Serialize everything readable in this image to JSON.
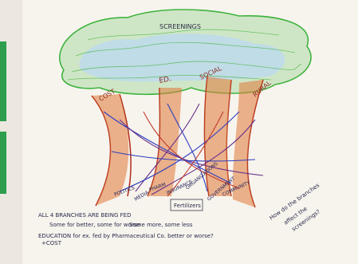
{
  "title": "SCREENINGS",
  "branches": [
    "COST",
    "ED.",
    "SOCIAL",
    "RURAL"
  ],
  "roots": [
    "POLITICS",
    "MEDIA",
    "PHARM",
    "INSURANCE",
    "GOVERNMENT",
    "ORGANIZATIONS",
    "COMMUNITY"
  ],
  "soil_label": "Fertilizers",
  "notes": {
    "line1": "ALL 4 BRANCHES ARE BEING FED",
    "line2": "Some for better, some for worse",
    "line3": "Some more, some less",
    "line4": "EDUCATION for ex. fed by Pharmaceutical Co. better or worse?",
    "line5": "+COST",
    "question_line1": "How do the branches",
    "question_line2": "affect the",
    "question_line3": "screenings?"
  },
  "colors": {
    "canopy_green": "#3fb33f",
    "canopy_blue": "#7fb8e6",
    "trunk_red": "#b02a16",
    "trunk_orange": "#e07a3a",
    "root_blue": "#2f3fbf",
    "root_purple": "#6a2f8a",
    "tab_green": "#2e9e4e",
    "paper": "#f4f1ea"
  }
}
